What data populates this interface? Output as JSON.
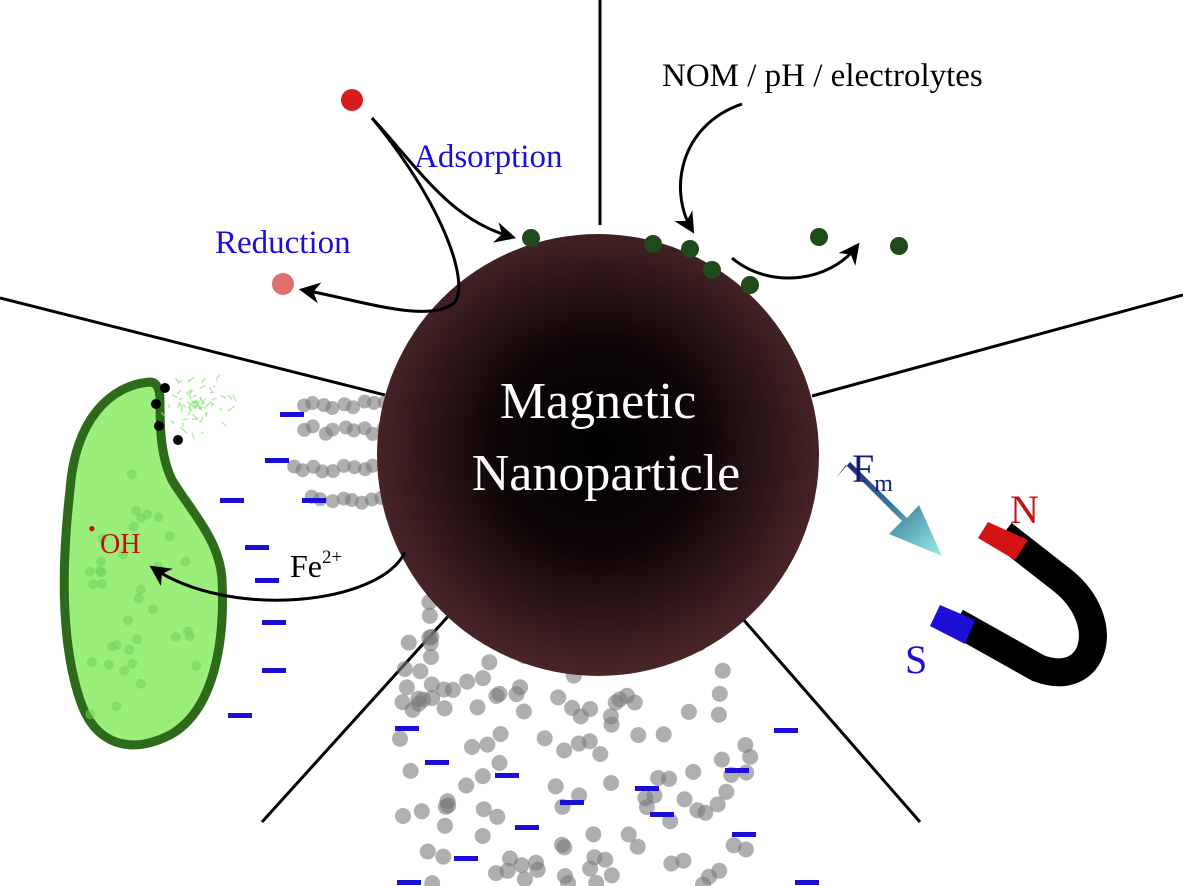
{
  "labels": {
    "core_line1": "Magnetic",
    "core_line2": "Nanoparticle",
    "adsorption": "Adsorption",
    "reduction": "Reduction",
    "nom": "NOM / pH / electrolytes",
    "fe": "Fe",
    "fe_sup": "2+",
    "oh_dot": "•",
    "oh": "OH",
    "fm": "F",
    "fm_sub": "m",
    "north": "N",
    "south": "S"
  },
  "colors": {
    "label_blue": "#1b0fd6",
    "label_red": "#c41010",
    "core_rim": "#4a2528",
    "contaminant": "#d61c1c",
    "reduced": "#e07070",
    "adsorbed": "#1f4a1b",
    "cell_fill": "#9aee7a",
    "cell_border": "#2e6a1c",
    "aggregate": "#7a7a7a",
    "charge": "#1b0fd6"
  },
  "icons": {
    "arrow": "curved-arrow-icon",
    "force": "force-arrow-icon",
    "magnet": "horseshoe-magnet-icon",
    "cell": "bacterial-cell-icon"
  }
}
